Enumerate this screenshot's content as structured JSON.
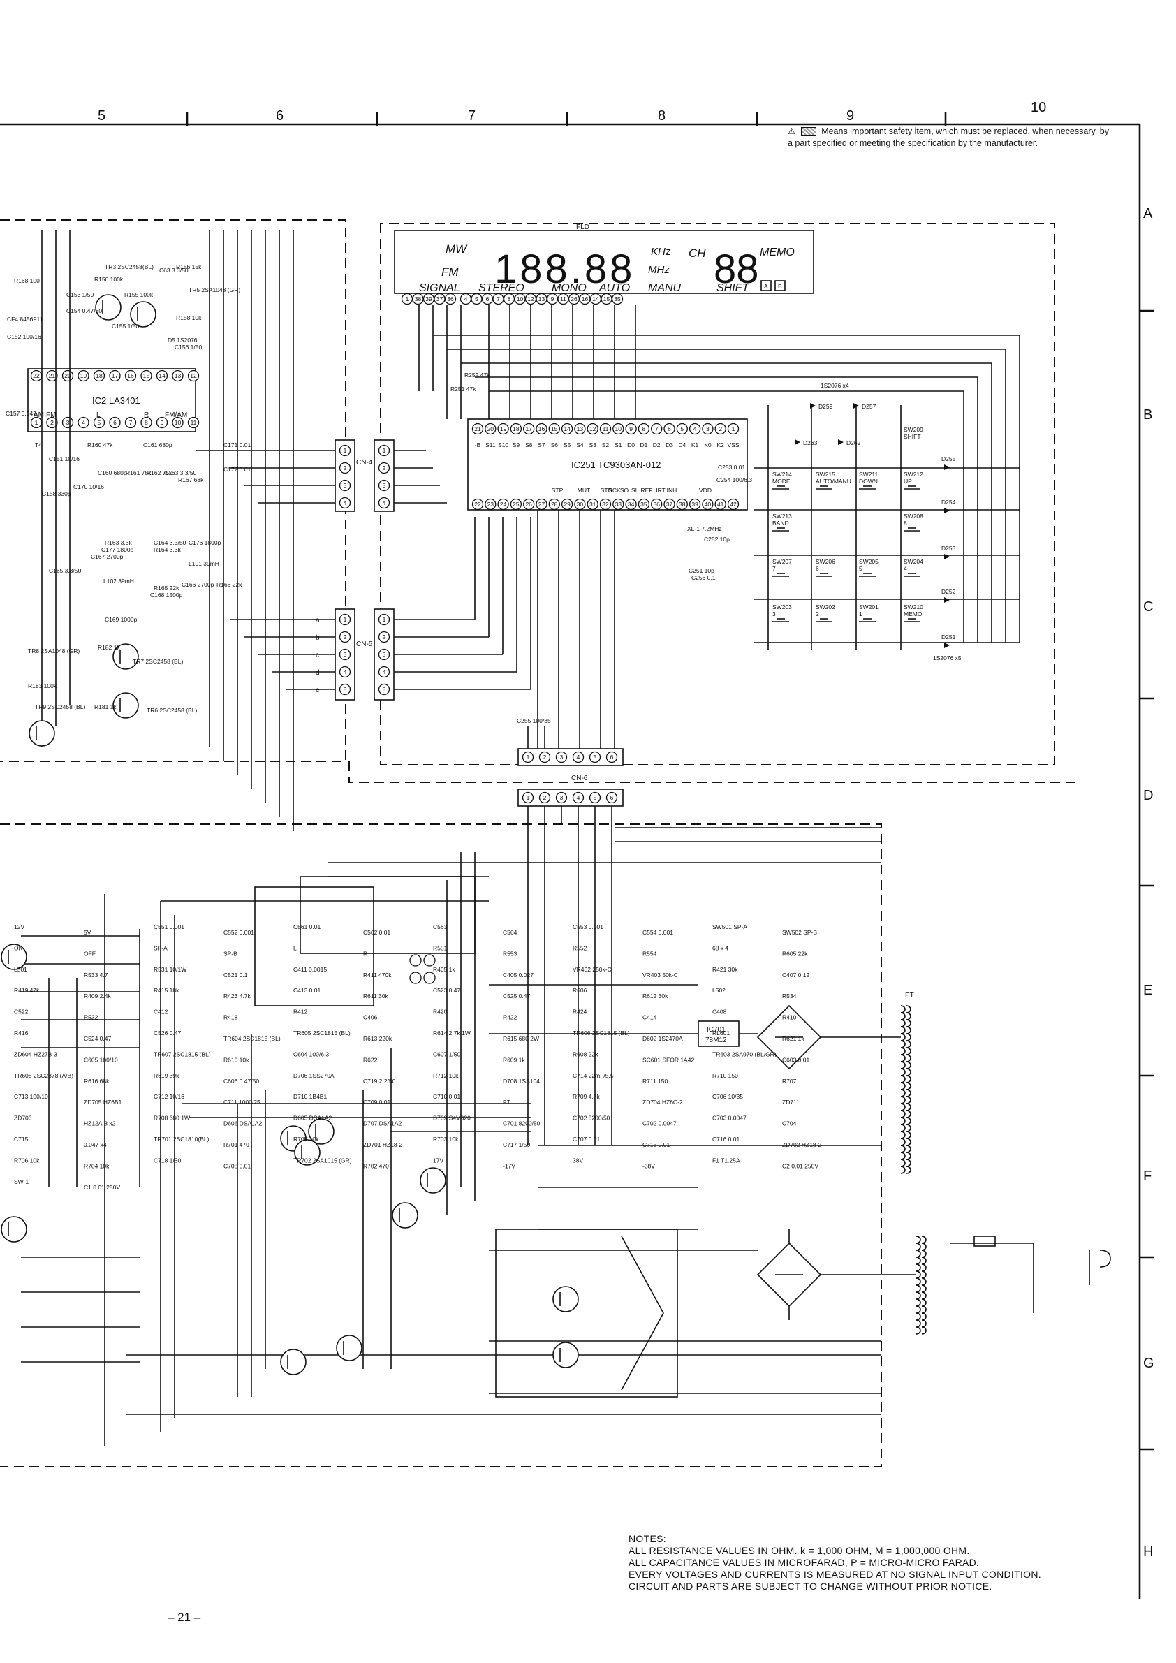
{
  "page_number": "– 21 –",
  "grid_columns": [
    "5",
    "6",
    "7",
    "8",
    "9",
    "10"
  ],
  "grid_rows": [
    "A",
    "B",
    "C",
    "D",
    "E",
    "F",
    "G",
    "H"
  ],
  "safety_note": {
    "symbol": "⚠",
    "text": "Means important safety item, which must be replaced, when necessary, by a part specified or meeting the specification by the manufacturer."
  },
  "display": {
    "label": "FLD",
    "mw": "MW",
    "fm": "FM",
    "digits": "188.88",
    "khz": "KHz",
    "mhz": "MHz",
    "ch": "CH",
    "ch_digits": "88",
    "memo": "MEMO",
    "signal": "SIGNAL",
    "stereo": "STEREO",
    "mono": "MONO",
    "auto": "AUTO",
    "manu": "MANU",
    "shift": "SHIFT",
    "box_a": "A",
    "box_b": "B",
    "pins": [
      "1",
      "38",
      "39",
      "37",
      "36",
      "4",
      "5",
      "6",
      "7",
      "8",
      "10",
      "12",
      "13",
      "9",
      "11",
      "26",
      "16",
      "14",
      "15",
      "35"
    ]
  },
  "ics": {
    "ic2": {
      "name": "IC2  LA3401",
      "am": "AM",
      "fm": "FM",
      "l": "L",
      "r": "R",
      "fmam": "FM/AM",
      "top_pins": [
        "22",
        "21",
        "20",
        "19",
        "18",
        "17",
        "16",
        "15",
        "14",
        "13",
        "12"
      ],
      "bottom_pins": [
        "1",
        "2",
        "3",
        "4",
        "5",
        "6",
        "7",
        "8",
        "9",
        "10",
        "11"
      ]
    },
    "ic251": {
      "name": "IC251  TC9303AN-012",
      "top_pins": [
        "21",
        "20",
        "19",
        "18",
        "17",
        "16",
        "15",
        "14",
        "13",
        "12",
        "11",
        "10",
        "9",
        "8",
        "7",
        "6",
        "5",
        "4",
        "3",
        "2",
        "1"
      ],
      "bottom_pins": [
        "22",
        "23",
        "24",
        "25",
        "26",
        "27",
        "28",
        "29",
        "30",
        "31",
        "32",
        "33",
        "34",
        "35",
        "36",
        "37",
        "38",
        "39",
        "40",
        "41",
        "42"
      ],
      "top_labels": [
        "-B",
        "S11",
        "S10",
        "S9",
        "S8",
        "S7",
        "S6",
        "S5",
        "S4",
        "S3",
        "S2",
        "S1",
        "D0",
        "D1",
        "D2",
        "D3",
        "D4",
        "K1",
        "K0",
        "K2",
        "VSS"
      ],
      "bottom_labels": [
        "STP",
        "MUT",
        "STB",
        "SCK",
        "SO",
        "SI",
        "REF",
        "IRT",
        "INH",
        "VDD"
      ]
    },
    "ic701": {
      "name": "IC701",
      "part": "78M12"
    }
  },
  "connectors": {
    "cn4": {
      "label": "CN-4",
      "pins": [
        "1",
        "2",
        "3",
        "4"
      ]
    },
    "cn5": {
      "label": "CN-5",
      "pins": [
        "1",
        "2",
        "3",
        "4",
        "5"
      ],
      "side_letters": [
        "a",
        "b",
        "c",
        "d",
        "e"
      ]
    },
    "cn6": {
      "label": "CN-6",
      "pins": [
        "1",
        "2",
        "3",
        "4",
        "5",
        "6"
      ]
    }
  },
  "switches": {
    "diodes_top": {
      "note": "1S2076 x4",
      "items": [
        "D259",
        "D257",
        "D263",
        "D262"
      ]
    },
    "diodes_right": [
      "D255",
      "D254",
      "D253",
      "D252",
      "D251"
    ],
    "diodes_bottom_note": "1S2076 x5",
    "rows": [
      [
        {
          "ref": "SW214",
          "name": "MODE"
        },
        {
          "ref": "SW215",
          "name": "AUTO/MANU"
        },
        {
          "ref": "SW211",
          "name": "DOWN"
        },
        {
          "ref": "SW212",
          "name": "UP"
        }
      ],
      [
        {
          "ref": "SW213",
          "name": "BAND"
        },
        {
          "ref": "",
          "name": ""
        },
        {
          "ref": "",
          "name": ""
        },
        {
          "ref": "SW208",
          "name": "8"
        }
      ],
      [
        {
          "ref": "SW207",
          "name": "7"
        },
        {
          "ref": "SW206",
          "name": "6"
        },
        {
          "ref": "SW205",
          "name": "5"
        },
        {
          "ref": "SW204",
          "name": "4"
        }
      ],
      [
        {
          "ref": "SW203",
          "name": "3"
        },
        {
          "ref": "SW202",
          "name": "2"
        },
        {
          "ref": "SW201",
          "name": "1"
        },
        {
          "ref": "SW210",
          "name": "MEMO"
        }
      ]
    ],
    "sw209": {
      "ref": "SW209",
      "name": "SHIFT"
    }
  },
  "tuner_parts": [
    "R168 100",
    "CF4 8456F11",
    "C152 100/16",
    "C153 1/50",
    "C154 0.47/50",
    "R150 100k",
    "TR3 2SC2458(BL)",
    "R155 100k",
    "C155 1/50",
    "R156 15k",
    "C63 3.3/50",
    "TR5 2SA1048 (GR)",
    "R158 10k",
    "D5 1S2076",
    "C156 1/50",
    "C157 0.047",
    "T4",
    "C151 10/16",
    "R160 47k",
    "C160 680p",
    "R161 75k",
    "R162 75k",
    "C161 680p",
    "C163 3.3/50",
    "R167 68k",
    "C158 330p",
    "C170 10/16",
    "R163 3.3k",
    "C177 1800p",
    "C164 3.3/50",
    "R164 3.3k",
    "C176 1800p",
    "C171 0.01",
    "C172 0.01",
    "C165 3.3/50",
    "C167 2700p",
    "L102 39mH",
    "L101 39mH",
    "C166 2700p",
    "R165 22k",
    "C168 1500p",
    "R166 22k",
    "C169 1000p",
    "TR8 2SA1048 (GR)",
    "R182 1k",
    "TR7 2SC2458 (BL)",
    "R183 100k",
    "R181 1k",
    "TR6 2SC2458 (BL)",
    "TR9 2SC2458 (BL)",
    "R251 47k",
    "R252 47k",
    "C254 100/6.3",
    "C253 0.01",
    "XL-1 7.2MHz",
    "C252 10p",
    "C251 10p",
    "C256 0.1",
    "C255 100/35"
  ],
  "power_parts": [
    "12V",
    "5V",
    "C551 0.001",
    "C552 0.001",
    "C561 0.01",
    "C562 0.01",
    "C563",
    "C564",
    "C553 0.001",
    "C554 0.001",
    "SW501 SP-A",
    "SW502 SP-B",
    "ON",
    "OFF",
    "SP-A",
    "SP-B",
    "L",
    "R",
    "R551",
    "R553",
    "R552",
    "R554",
    "68 x 4",
    "R605 22k",
    "L501",
    "R533 4.7",
    "R531 10/1W",
    "C521 0.1",
    "C411 0.0015",
    "R411 470k",
    "R405 1k",
    "C405 0.027",
    "VR402 250k-C",
    "VR403 50k-C",
    "R421 30k",
    "C407 0.12",
    "R419 47k",
    "R409 2.4k",
    "R415 18k",
    "R423 4.7k",
    "C413 0.01",
    "R611 30k",
    "C523 0.47",
    "C525 0.47",
    "R606",
    "R612 30k",
    "L502",
    "R534",
    "C522",
    "R532",
    "C412",
    "R418",
    "R412",
    "C406",
    "R420",
    "R422",
    "R424",
    "C414",
    "C408",
    "R410",
    "R416",
    "C524 0.47",
    "C526 0.47",
    "TR604 2SC1815 (BL)",
    "TR605 2SC1815 (BL)",
    "R613 220k",
    "R614 2.7k 1W",
    "R615 680 2W",
    "TR606 2SC1815 (BL)",
    "D602 1S2470A",
    "RL601",
    "R621 1k",
    "ZD604 HZ27B-3",
    "C605 100/10",
    "TR607 2SC1815 (BL)",
    "R610 10k",
    "C604 100/6.3",
    "R622",
    "C607 1/50",
    "R609 1k",
    "R608 22k",
    "SC601 SFOR 1A42",
    "TR603 2SA970 (BL/GR)",
    "C603 0.01",
    "TR608 2SC2878 (A/B)",
    "R616 68k",
    "R619 39k",
    "C606 0.47/50",
    "D706 1SS270A",
    "C719 2.2/50",
    "R712 10k",
    "D708 1SS104",
    "C714 22mF/5.5",
    "R711 150",
    "R710 150",
    "R707",
    "C713 100/10",
    "ZD705 HZ6B1",
    "C712 10/16",
    "C711 1000/25",
    "D710 1B4B1",
    "C709 0.01",
    "C710 0.01",
    "PT",
    "R709 4.7k",
    "ZD704 HZ6C-2",
    "C706 10/35",
    "ZD711",
    "ZD703",
    "HZ12A-3 x2",
    "R708 680 1W",
    "D606 DSA1A2",
    "D605 DSA1A2",
    "D707 DSA1A2",
    "D709 S4VB20",
    "C701 8200/50",
    "C702 8200/50",
    "C702 0.0047",
    "C703 0.0047",
    "C704",
    "C715",
    "0.047 x4",
    "TR701 2SC1810(BL)",
    "R701 470",
    "R705 10k",
    "ZD701 HZ18-2",
    "R703 10k",
    "C717 1/50",
    "C707 0.01",
    "C715 0.01",
    "C716 0.01",
    "ZD702 HZ18-2",
    "R706 10k",
    "R704 10k",
    "C718 1/50",
    "C708 0.01",
    "TR702 2SA1015 (GR)",
    "R702 470",
    "17V",
    "-17V",
    "38V",
    "-38V",
    "F1 T1.25A",
    "C2 0.01 250V",
    "SW-1",
    "C1 0.01 250V"
  ],
  "notes": {
    "title": "NOTES:",
    "lines": [
      "ALL RESISTANCE VALUES IN OHM.  k = 1,000 OHM, M = 1,000,000 OHM.",
      "ALL CAPACITANCE VALUES IN MICROFARAD, P = MICRO-MICRO FARAD.",
      "EVERY VOLTAGES AND CURRENTS IS MEASURED AT NO SIGNAL INPUT CONDITION.",
      "CIRCUIT AND PARTS ARE SUBJECT TO CHANGE WITHOUT PRIOR NOTICE."
    ]
  }
}
